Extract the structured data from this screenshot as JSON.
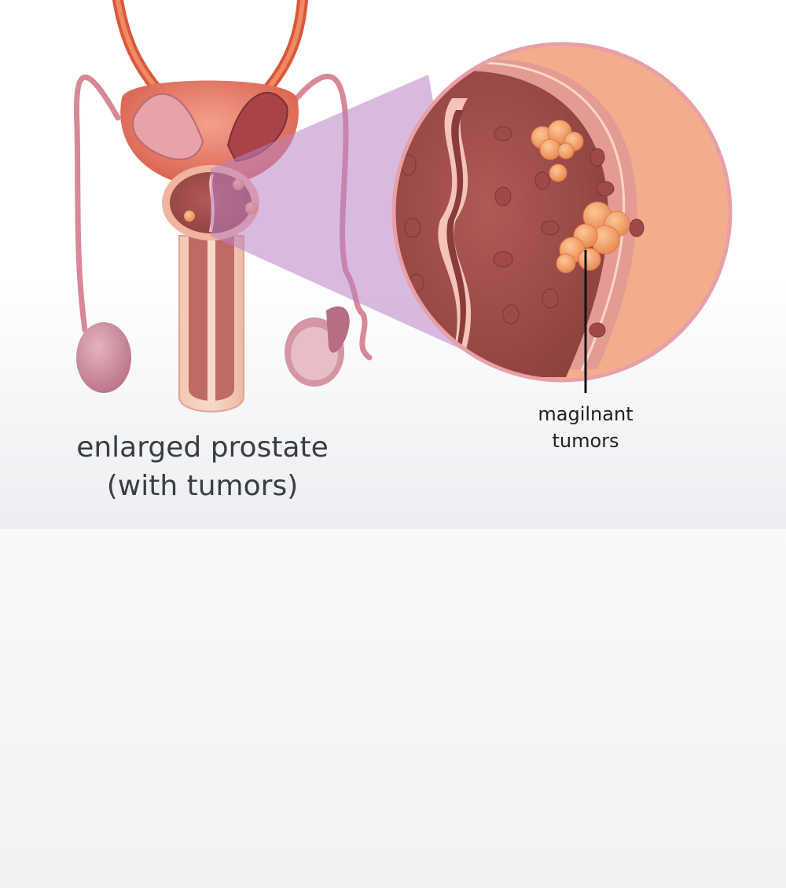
{
  "labels": {
    "main_line1": "enlarged prostate",
    "main_line2": "(with tumors)",
    "tumor_line1": "magilnant",
    "tumor_line2": "tumors"
  },
  "colors": {
    "background_top": "#ffffff",
    "background_bottom": "#eceef1",
    "skin": "#f1b59f",
    "tissue": "#a8524f",
    "tissue_dark": "#8a3f3d",
    "vessel": "#e06a4a",
    "duct": "#d88896",
    "testis": "#c98a99",
    "tumor": "#f2a46a",
    "zoom_wedge": "#b982c4",
    "text_main": "#3a3d42"
  },
  "icons": [
    "prostate-cross-section",
    "zoom-magnifier-circle",
    "tumor-cluster"
  ]
}
